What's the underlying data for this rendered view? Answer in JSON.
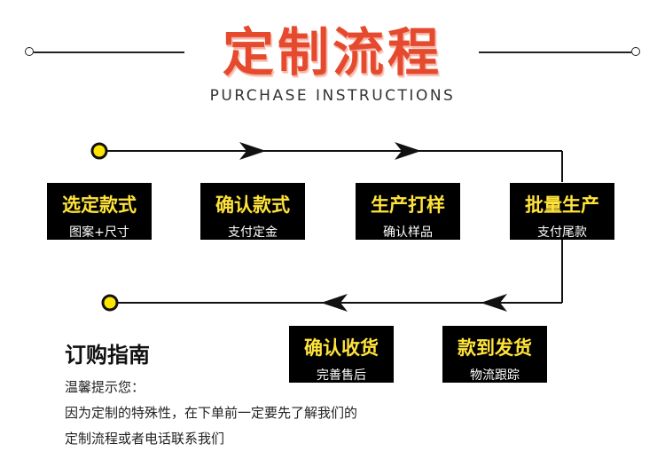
{
  "header": {
    "title": "定制流程",
    "subtitle": "PURCHASE INSTRUCTIONS"
  },
  "steps": [
    {
      "title": "选定款式",
      "desc": "图案+尺寸"
    },
    {
      "title": "确认款式",
      "desc": "支付定金"
    },
    {
      "title": "生产打样",
      "desc": "确认样品"
    },
    {
      "title": "批量生产",
      "desc": "支付尾款"
    },
    {
      "title": "款到发货",
      "desc": "物流跟踪"
    },
    {
      "title": "确认收货",
      "desc": "完善售后"
    }
  ],
  "guide": {
    "title": "订购指南",
    "greeting": "温馨提示您：",
    "line1": "因为定制的特殊性，在下单前一定要先了解我们的",
    "line2": "定制流程或者电话联系我们"
  },
  "colors": {
    "title_red": "#e64a2e",
    "step_box": "#000000",
    "step_title": "#ffe33b",
    "dot_fill": "#ffe600"
  }
}
